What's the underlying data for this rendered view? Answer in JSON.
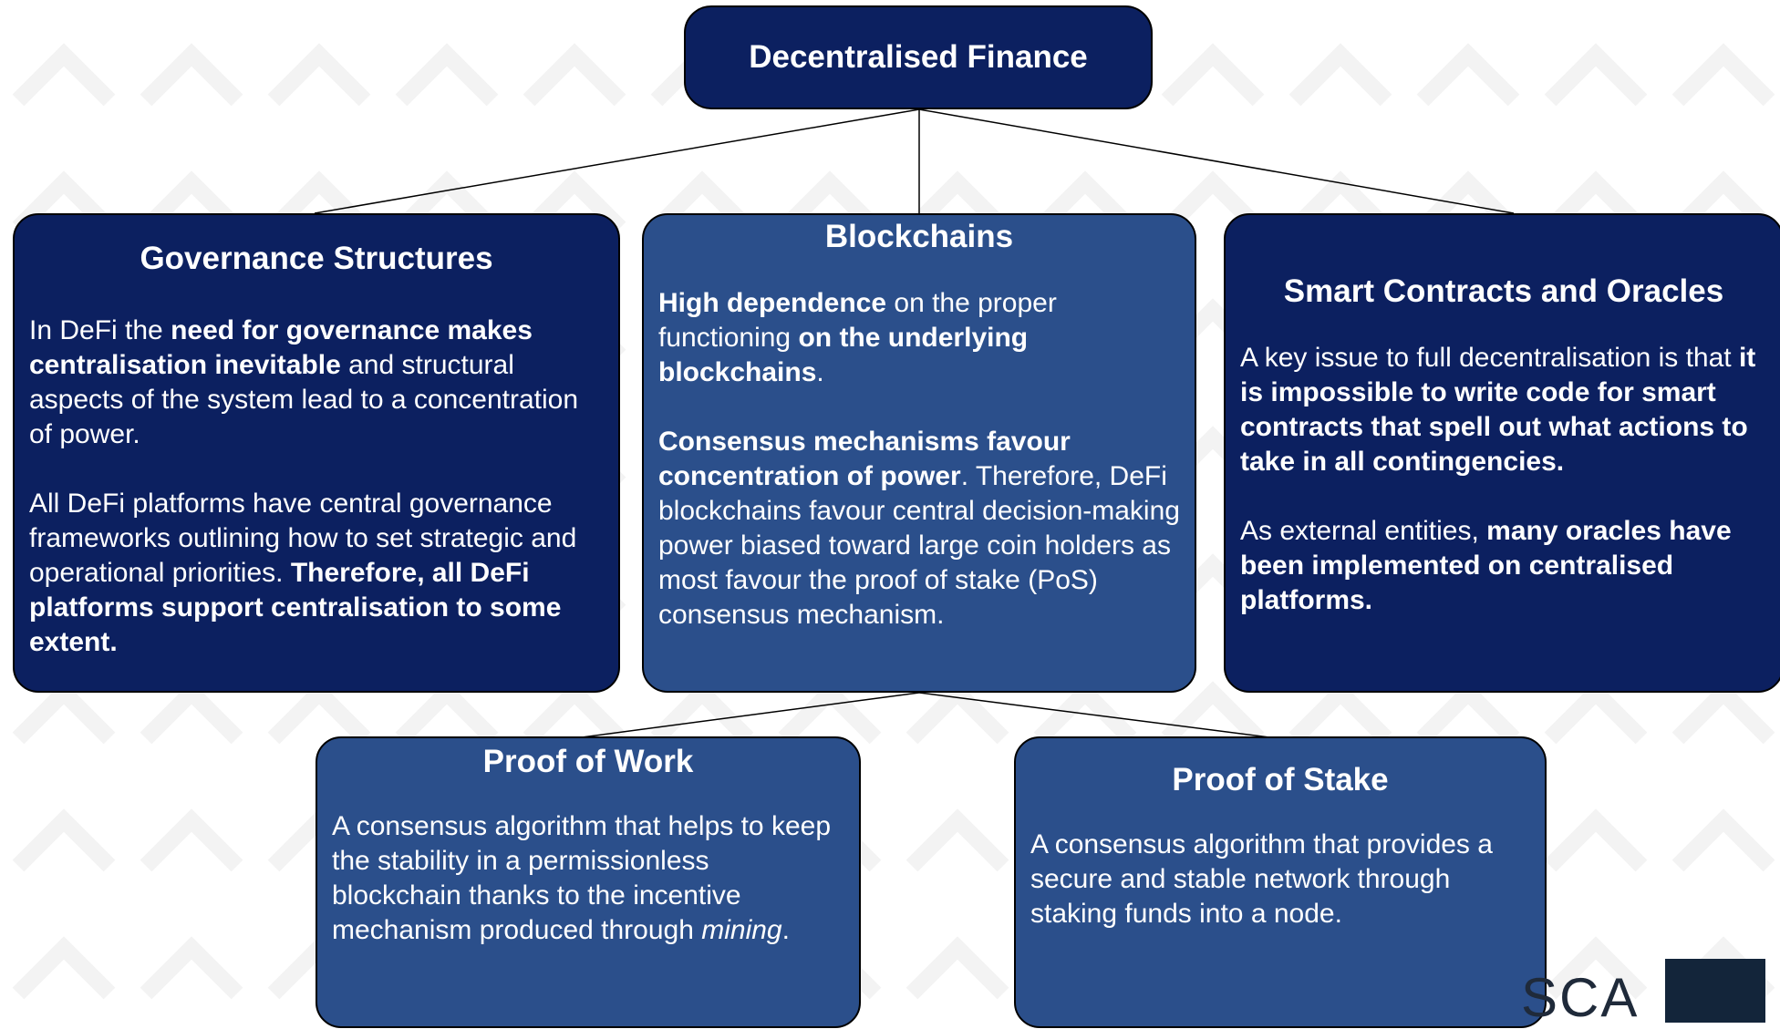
{
  "root": {
    "title": "Decentralised Finance"
  },
  "governance": {
    "title": "Governance Structures",
    "p1": [
      {
        "t": "In DeFi the ",
        "b": false
      },
      {
        "t": "need for governance makes centralisation inevitable",
        "b": true
      },
      {
        "t": " and structural aspects of the system lead to a concentration of power.",
        "b": false
      }
    ],
    "p2": [
      {
        "t": "All DeFi platforms have central governance frameworks outlining how to set strategic and operational priorities. ",
        "b": false
      },
      {
        "t": "Therefore, all DeFi platforms support centralisation to some extent.",
        "b": true
      }
    ]
  },
  "blockchains": {
    "title": "Blockchains",
    "p1": [
      {
        "t": "High dependence",
        "b": true
      },
      {
        "t": " on the proper functioning ",
        "b": false
      },
      {
        "t": "on the underlying blockchains",
        "b": true
      },
      {
        "t": ".",
        "b": false
      }
    ],
    "p2": [
      {
        "t": "Consensus mechanisms favour concentration of power",
        "b": true
      },
      {
        "t": ". Therefore, DeFi blockchains favour central decision-making power biased toward large coin holders as most favour the proof of stake (PoS) consensus mechanism.",
        "b": false
      }
    ]
  },
  "smart": {
    "title": "Smart Contracts and Oracles",
    "p1": [
      {
        "t": "A key issue to full decentralisation is that ",
        "b": false
      },
      {
        "t": "it is impossible to write code for smart contracts that spell out what actions to take in all contingencies.",
        "b": true
      }
    ],
    "p2": [
      {
        "t": "As external entities, ",
        "b": false
      },
      {
        "t": "many oracles have been implemented on centralised platforms.",
        "b": true
      }
    ]
  },
  "pow": {
    "title": "Proof of Work",
    "p1": [
      {
        "t": "A consensus algorithm that helps to keep the stability in a permissionless blockchain thanks to the incentive mechanism produced through ",
        "b": false
      },
      {
        "t": "mining",
        "i": true
      },
      {
        "t": ".",
        "b": false
      }
    ]
  },
  "pos": {
    "title": "Proof of Stake",
    "p1": [
      {
        "t": "A consensus algorithm that provides a secure and stable network through staking funds into a node.",
        "b": false
      }
    ]
  },
  "logo": {
    "text": "SCA"
  },
  "colors": {
    "dark_box": "#0c2060",
    "mid_box": "#2b4f8b",
    "text": "#ffffff"
  }
}
